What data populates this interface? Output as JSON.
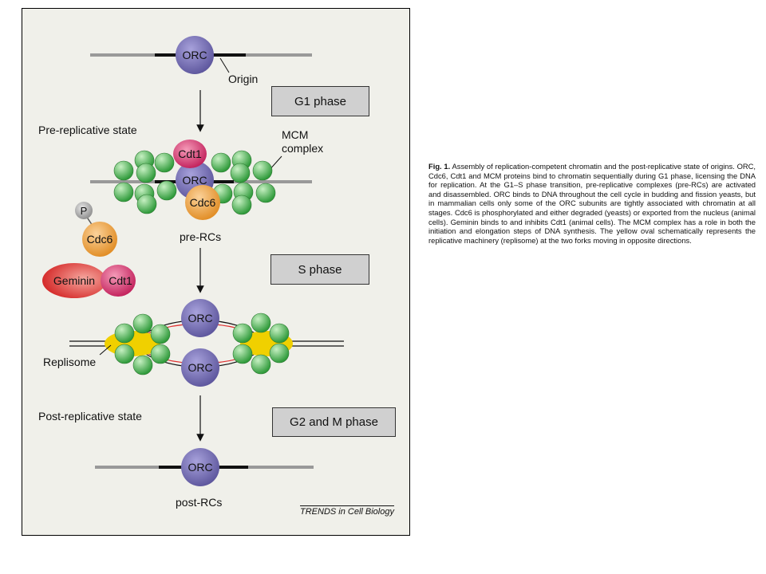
{
  "diagram": {
    "labels": {
      "origin": "Origin",
      "pre_replicative_state": "Pre-replicative state",
      "mcm_line1": "MCM",
      "mcm_line2": "complex",
      "pre_rcs": "pre-RCs",
      "replisome": "Replisome",
      "post_replicative_state": "Post-replicative state",
      "post_rcs": "post-RCs"
    },
    "proteins": {
      "orc": "ORC",
      "cdt1": "Cdt1",
      "cdc6": "Cdc6",
      "geminin": "Geminin",
      "phosphate": "P"
    },
    "phases": {
      "g1": "G1 phase",
      "s": "S phase",
      "g2m": "G2 and M phase"
    },
    "credit": "TRENDS in Cell Biology",
    "colors": {
      "orc": "#7b74b8",
      "mcm": "#5cc45c",
      "cdt1": "#d8336e",
      "cdc6": "#f0a040",
      "geminin": "#d82828",
      "replisome": "#f0d000",
      "phase_box": "#d0d0d0"
    }
  },
  "caption": {
    "heading": "Fig. 1.",
    "text": "Assembly of replication-competent chromatin and the post-replicative state of origins. ORC, Cdc6, Cdt1 and MCM proteins bind to chromatin sequentially during G1 phase, licensing the DNA for replication. At the G1–S phase transition, pre-replicative complexes (pre-RCs) are activated and disassembled. ORC binds to DNA throughout the cell cycle in budding and fission yeasts, but in mammalian cells only some of the ORC subunits are tightly associated with chromatin at all stages. Cdc6 is phosphorylated and either degraded (yeasts) or exported from the nucleus (animal cells). Geminin binds to and inhibits Cdt1 (animal cells). The MCM complex has a role in both the initiation and elongation steps of DNA synthesis. The yellow oval schematically represents the replicative machinery (replisome) at the two forks moving in opposite directions."
  }
}
